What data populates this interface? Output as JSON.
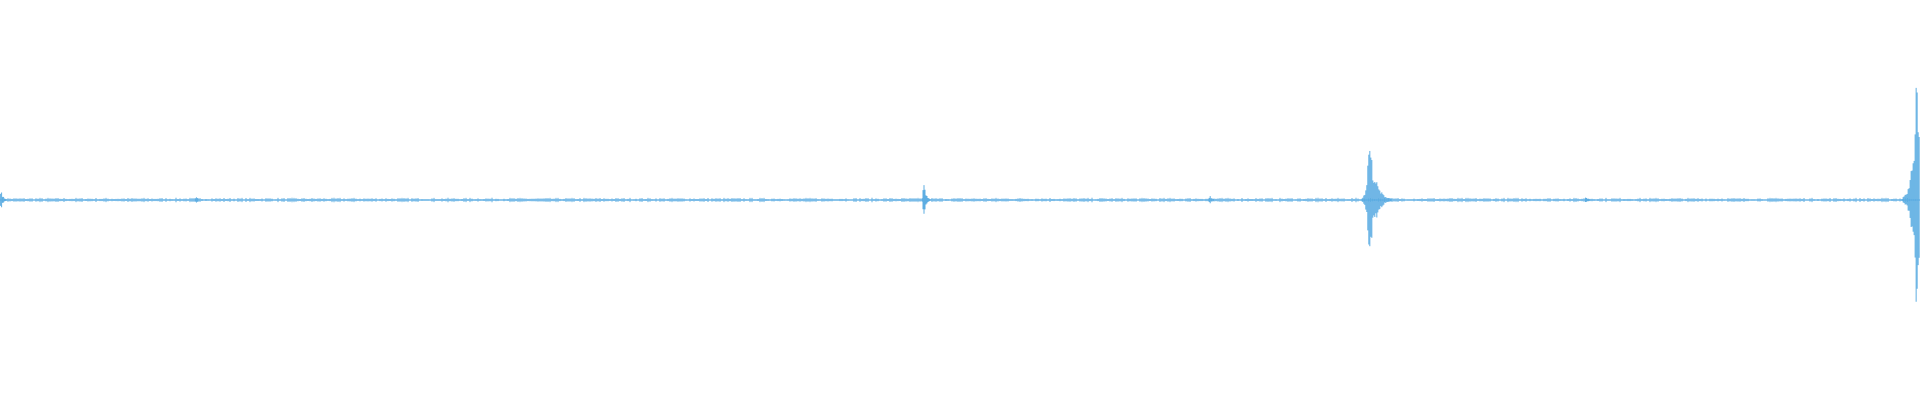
{
  "waveform": {
    "color": "#5dade2",
    "baseline_fraction": 0.5,
    "events": [
      {
        "t": 0.0,
        "amp": 0.03
      },
      {
        "t": 0.102,
        "amp": 0.012
      },
      {
        "t": 0.481,
        "amp": 0.06
      },
      {
        "t": 0.63,
        "amp": 0.018
      },
      {
        "t": 0.713,
        "amp": 0.17
      },
      {
        "t": 0.826,
        "amp": 0.012
      },
      {
        "t": 0.998,
        "amp": 0.31
      }
    ]
  }
}
